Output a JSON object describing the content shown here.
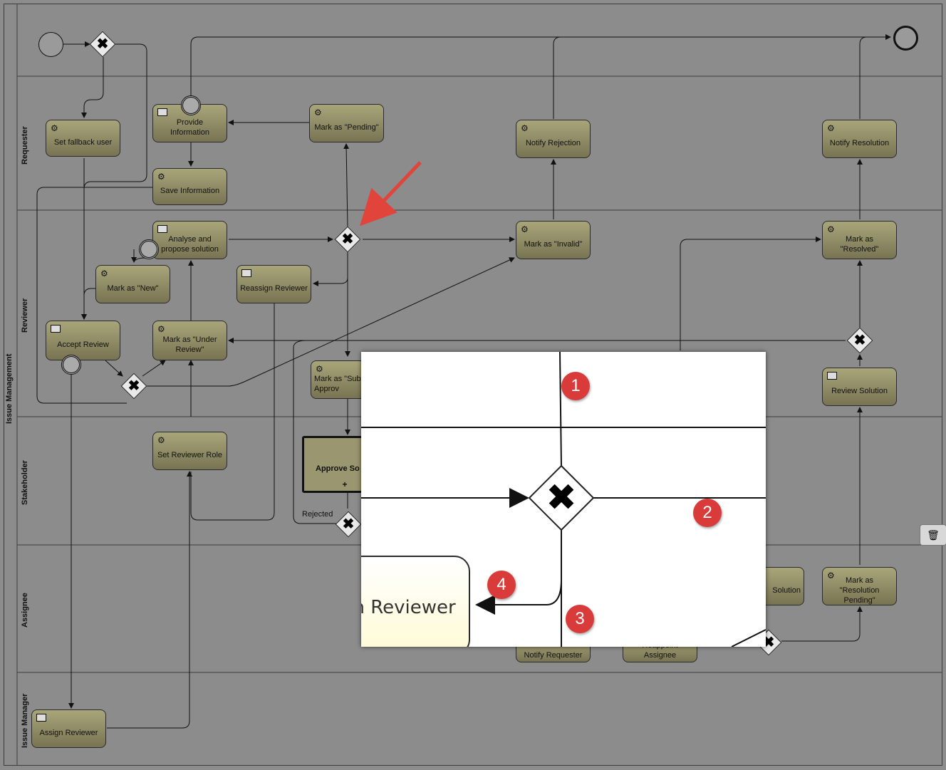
{
  "pool": {
    "label": "Issue Management"
  },
  "lanes": [
    {
      "label": "Requester"
    },
    {
      "label": "Reviewer"
    },
    {
      "label": "Stakeholder"
    },
    {
      "label": "Assignee"
    },
    {
      "label": "Issue Manager"
    }
  ],
  "tasks": {
    "set_fallback_user": "Set fallback user",
    "provide_information": "Provide Information",
    "mark_pending": "Mark as \"Pending\"",
    "save_information": "Save Information",
    "notify_rejection": "Notify Rejection",
    "notify_resolution": "Notify Resolution",
    "analyse_propose": "Analyse and propose solution",
    "mark_new": "Mark as \"New\"",
    "reassign_reviewer": "Reassign Reviewer",
    "mark_invalid": "Mark as \"Invalid\"",
    "mark_resolved": "Mark as \"Resolved\"",
    "accept_review": "Accept Review",
    "mark_under_review": "Mark as \"Under Review\"",
    "mark_submitted": "Mark as \"Sub For Approv",
    "review_solution": "Review Solution",
    "set_reviewer_role": "Set Reviewer Role",
    "approve_solution": "Approve So",
    "solution_partial": "Solution",
    "mark_resolution_pending": "Mark as \"Resolution Pending\"",
    "notify_requester_partial": "Notify Requester",
    "reappoint_assignee_partial": "Reappoint Assignee",
    "assign_reviewer": "Assign Reviewer"
  },
  "flow_labels": {
    "rejected": "Rejected"
  },
  "zoom": {
    "task_text": "gn Reviewer",
    "badges": [
      "1",
      "2",
      "3",
      "4"
    ]
  },
  "icons": {
    "gear": "gear-icon",
    "user": "user-task-icon",
    "gateway": "exclusive-gateway-icon",
    "delete": "trash-icon"
  },
  "colors": {
    "canvas": "#8c8c8c",
    "task_fill_top": "#a9a57a",
    "task_fill_bottom": "#787453",
    "arrow": "#e0443a",
    "badge": "#d93a3a"
  }
}
